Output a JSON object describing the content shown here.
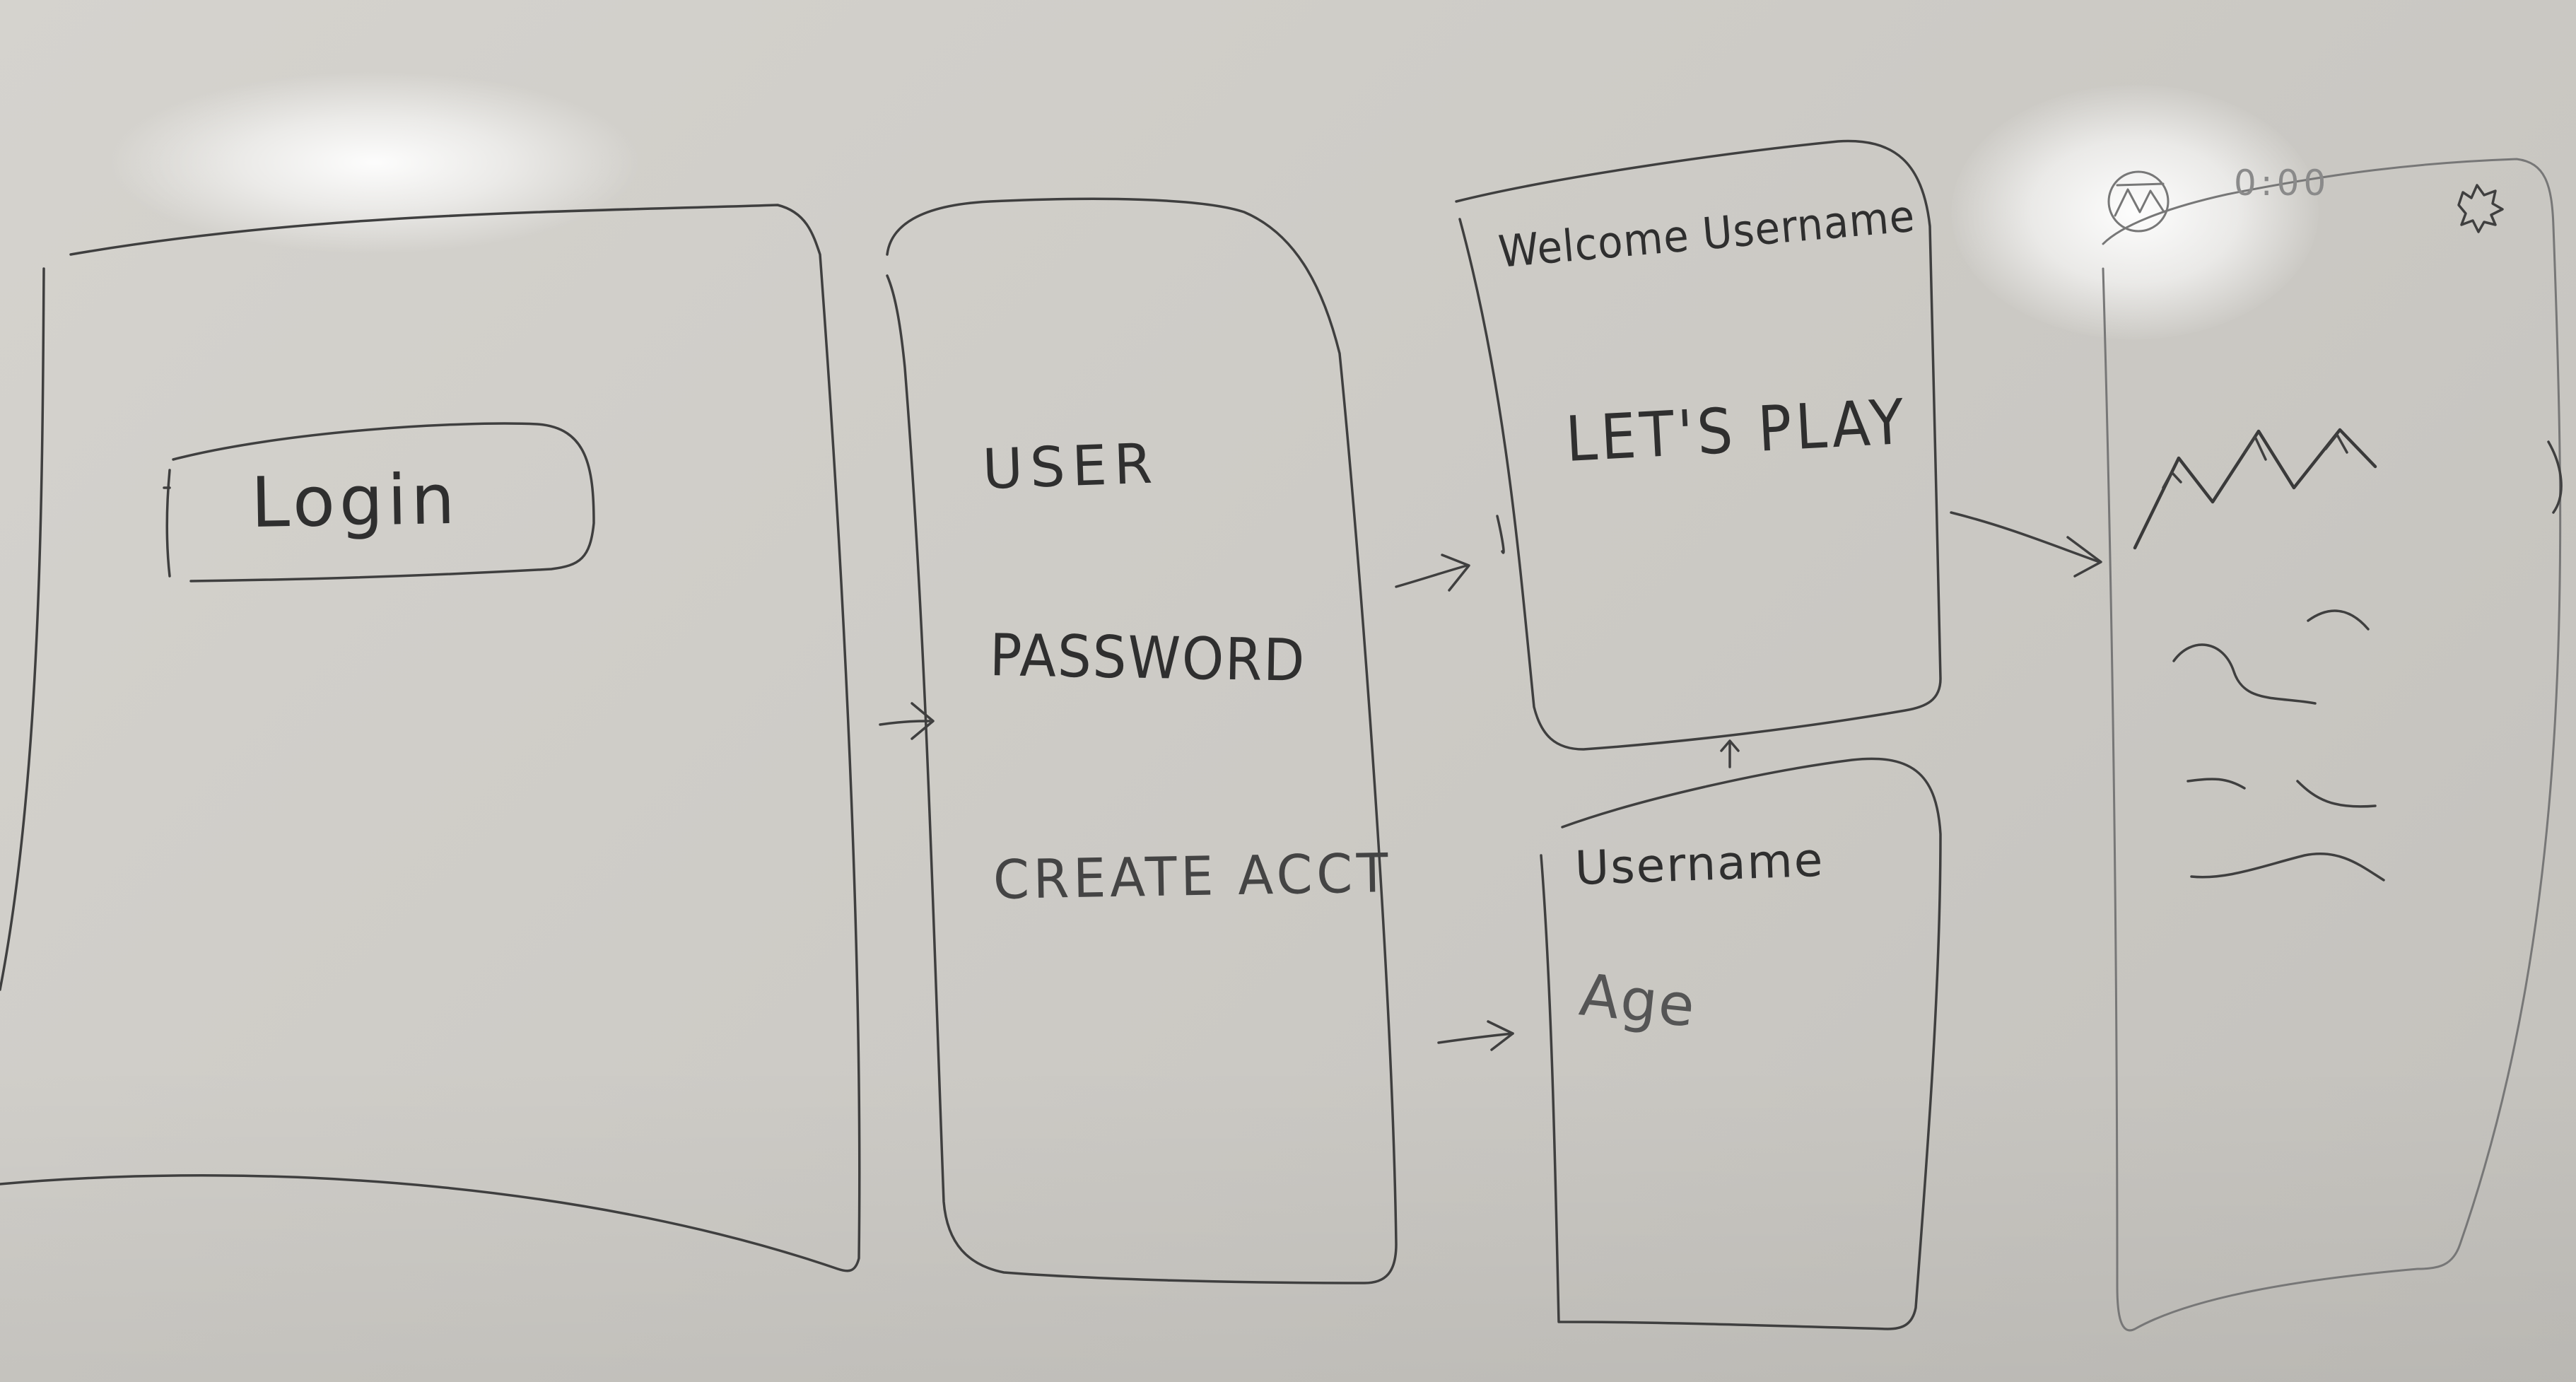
{
  "frames": [
    {
      "id": "login-screen",
      "labels": [
        "Login"
      ]
    },
    {
      "id": "credentials-screen",
      "labels": [
        "USER",
        "PASSWORD",
        "CREATE ACCT"
      ]
    },
    {
      "id": "welcome-screen",
      "labels": [
        "Welcome Username",
        "LET'S PLAY"
      ]
    },
    {
      "id": "profile-screen",
      "labels": [
        "Username",
        "Age"
      ]
    },
    {
      "id": "game-screen",
      "labels": [
        "0:00"
      ],
      "icons": [
        "map-icon",
        "settings-icon"
      ]
    }
  ],
  "ink_color": "#3f3f3f",
  "board_color": "#cfcdc8"
}
